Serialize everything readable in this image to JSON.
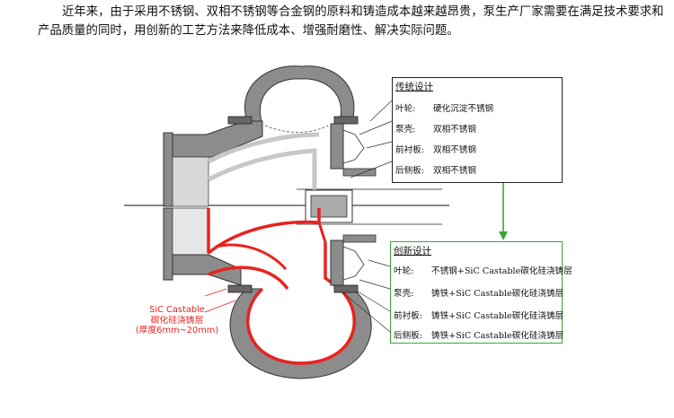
{
  "intro_text": "近年来，由于采用不锈钢、双相不锈钢等合金钢的原料和铸造成本越来越昂贵，泵生产厂家需要在满足技术要求和产品质量的同时，用创新的工艺方法来降低成本、增强耐磨性、解决实际问题。",
  "traditional": {
    "title": "传统设计",
    "rows": [
      {
        "label": "叶轮:",
        "value": "硬化沉淀不锈钢"
      },
      {
        "label": "泵壳:",
        "value": "双相不锈钢"
      },
      {
        "label": "前衬板:",
        "value": "双相不锈钢"
      },
      {
        "label": "后侧板:",
        "value": "双相不锈钢"
      }
    ]
  },
  "innovative": {
    "title": "创新设计",
    "rows": [
      {
        "label": "叶轮:",
        "value": "不锈钢+SiC Castable碳化硅浇铸层"
      },
      {
        "label": "泵壳:",
        "value": "铸铁+SiC Castable碳化硅浇铸层"
      },
      {
        "label": "前衬板:",
        "value": "铸铁+SiC Castable碳化硅浇铸层"
      },
      {
        "label": "后侧板:",
        "value": "铸铁+SiC Castable碳化硅浇铸层"
      }
    ]
  },
  "callout": {
    "line1": "SiC Castable",
    "line2": "碳化硅浇铸层",
    "line3": "(厚度6mm~20mm)"
  },
  "colors": {
    "casing_gray": "#8c8c8c",
    "coating_red": "#e8231f",
    "arrow_green": "#3aa63a"
  }
}
